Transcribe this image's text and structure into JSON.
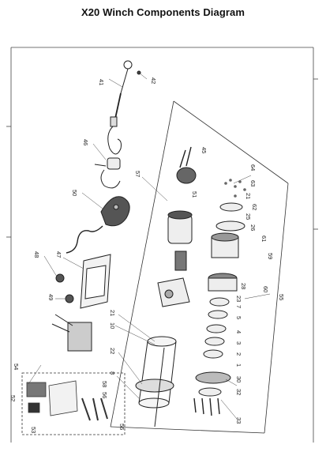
{
  "title": "X20 Winch Components Diagram",
  "callouts": [
    "41",
    "42",
    "46",
    "45",
    "50",
    "57",
    "48",
    "47",
    "49",
    "21",
    "10",
    "22",
    "8",
    "54",
    "53",
    "52",
    "58",
    "56",
    "56",
    "64",
    "63",
    "62",
    "61",
    "60",
    "59",
    "55",
    "28",
    "23",
    "7",
    "5",
    "4",
    "3",
    "2",
    "1",
    "30",
    "32",
    "33",
    "21",
    "25",
    "26",
    "51"
  ]
}
